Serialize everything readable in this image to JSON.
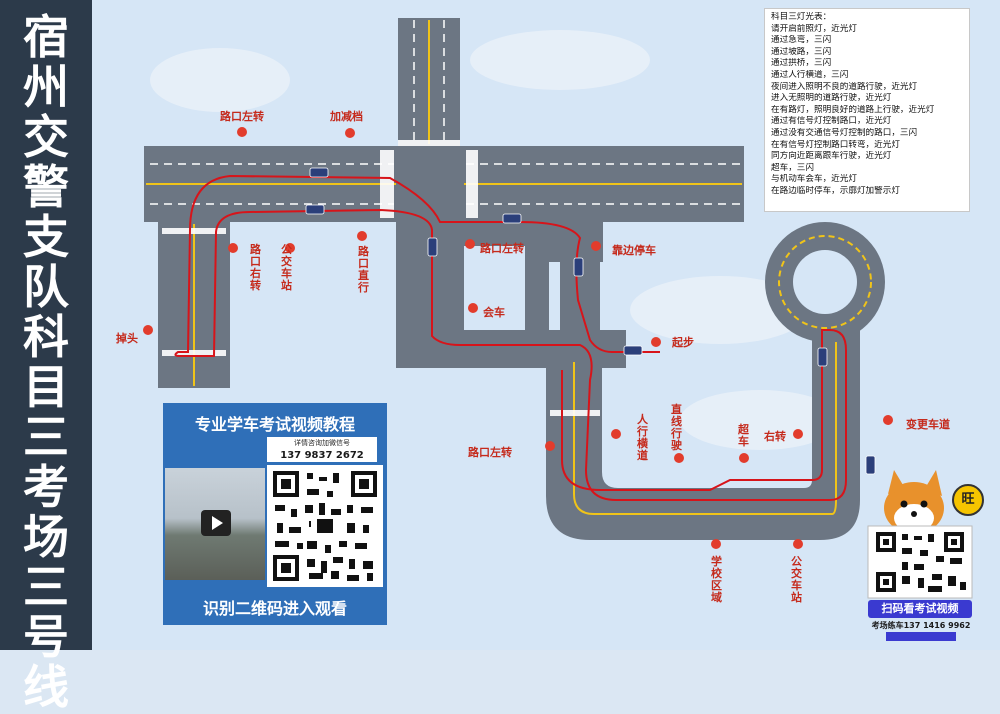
{
  "sidebar": {
    "title": "宿州交警支队科目三考场三号线"
  },
  "lights_panel": {
    "title": "科目三灯光表：",
    "items": [
      "请开启前照灯，近光灯",
      "通过急弯，三闪",
      "通过坡路，三闪",
      "通过拱桥，三闪",
      "通过人行横道，三闪",
      "夜间进入照明不良的道路行驶，近光灯",
      "进入无照明的道路行驶，近光灯",
      "在有路灯，照明良好的道路上行驶，近光灯",
      "通过有信号灯控制路口，近光灯",
      "通过没有交通信号灯控制的路口，三闪",
      "在有信号灯控制路口转弯，近光灯",
      "同方向近距离跟车行驶，近光灯",
      "超车，三闪",
      "与机动车会车，近光灯",
      "在路边临时停车，示廓灯加警示灯"
    ]
  },
  "map_labels": {
    "left_turn_top": "路口左转",
    "speed_up": "加减档",
    "left_turn_mid": "路口左转",
    "pull_over": "靠边停车",
    "start": "起步",
    "u_turn": "掉头",
    "meet": "会车",
    "lane_change": "变更车道",
    "left_turn_bottom": "路口左转",
    "right_turn_v": "路口右转",
    "bus_stop_v": "公交车站",
    "straight_v": "路口直行",
    "crosswalk_v": "人行横道",
    "straight2_v": "直线行驶",
    "overtake_v": "超车",
    "right_turn": "右转",
    "school_v": "学校区域",
    "bus_stop2_v": "公交车站"
  },
  "promo": {
    "heading": "专业学车考试视频教程",
    "subtext": "详情咨询加微信号",
    "phone": "137 9837 2672",
    "footer": "识别二维码进入观看"
  },
  "corner_card": {
    "badge": "旺",
    "button": "扫码看考试视频",
    "phone": "考场练车137 1416 9962"
  },
  "colors": {
    "road": "#6c7683",
    "lane_line": "#f0c419",
    "route": "#d7141a",
    "pin": "#e23c2c",
    "promo_bg": "#2f6fb8",
    "sidebar_bg": "#2c3a4a"
  }
}
